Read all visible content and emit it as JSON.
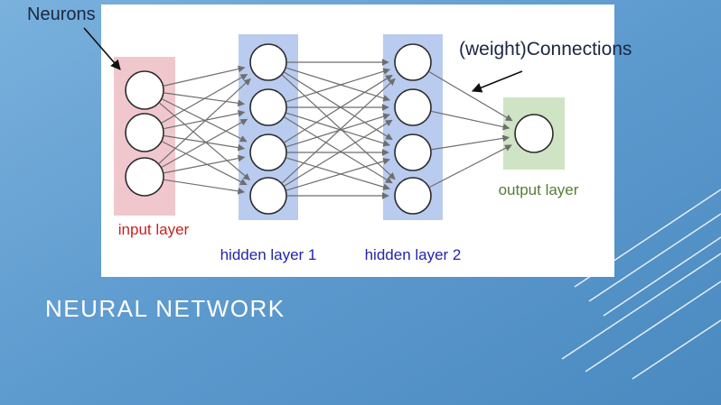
{
  "slide": {
    "title": "NEURAL NETWORK",
    "title_color": "#ffffff",
    "background_gradient_start": "#7ab1dd",
    "background_gradient_end": "#4a8ac0"
  },
  "diagram": {
    "annotations": {
      "neurons_label": "Neurons",
      "connections_label": "(weight)Connections",
      "color": "#1b2742"
    },
    "layers": [
      {
        "label": "input layer",
        "neurons": 3,
        "band_color": "#f1c7ce",
        "label_color": "#cc1f1f"
      },
      {
        "label": "hidden layer 1",
        "neurons": 4,
        "band_color": "#b9cbee",
        "label_color": "#2525a8"
      },
      {
        "label": "hidden layer 2",
        "neurons": 4,
        "band_color": "#b9cbee",
        "label_color": "#2525a8"
      },
      {
        "label": "output layer",
        "neurons": 1,
        "band_color": "#cfe4c5",
        "label_color": "#567d35"
      }
    ],
    "colors": {
      "connection": "#6e6e6e",
      "neuron_fill": "#ffffff",
      "neuron_stroke": "#2b2b2b",
      "panel_background": "#ffffff",
      "annotation_arrow": "#111111",
      "decorative_line": "#ffffff"
    }
  }
}
